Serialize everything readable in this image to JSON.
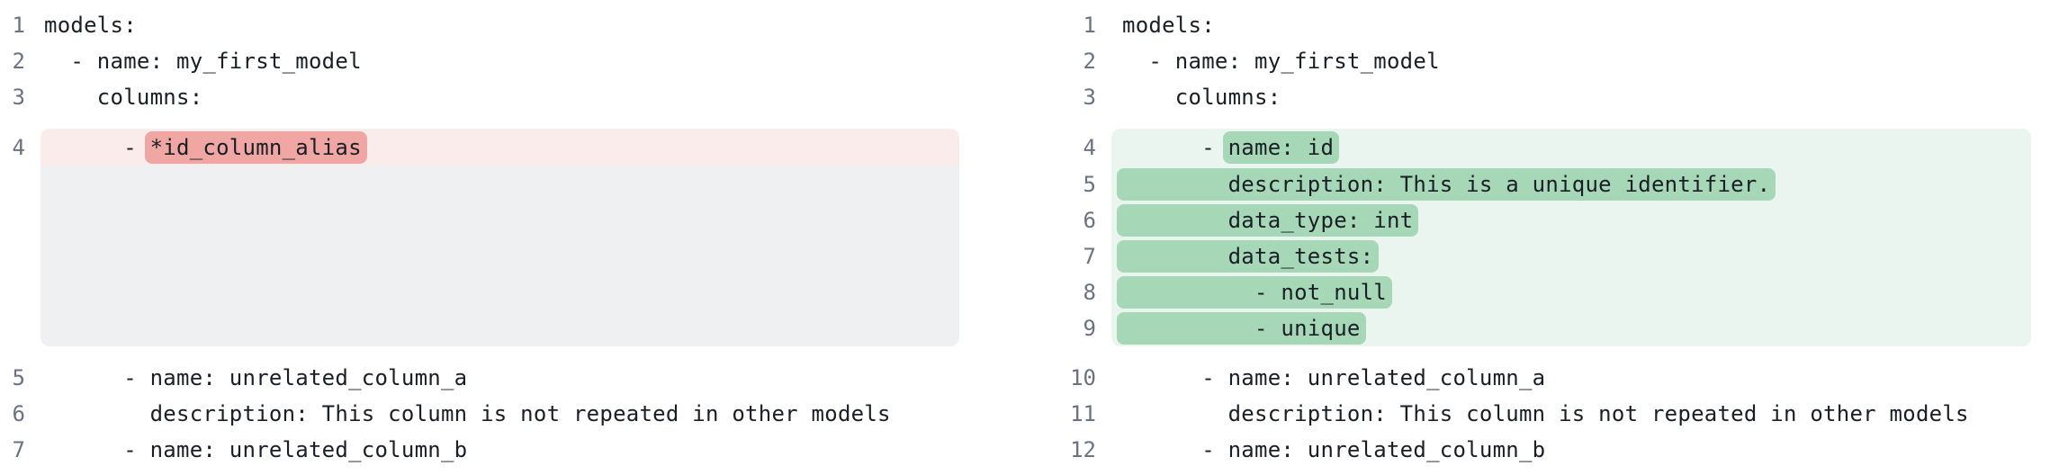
{
  "colors": {
    "removed_line_bg": "#fbecec",
    "removed_word_bg": "#f0a7a4",
    "added_line_bg": "#e9f5ee",
    "added_word_bg": "#a6d8b8",
    "collapsed_filler_bg": "#eef0f1",
    "line_number": "#6b7280",
    "code_text": "#1a1f26",
    "background": "#ffffff"
  },
  "left_pane": {
    "role": "before",
    "lines": [
      {
        "num": "1",
        "kind": "context",
        "segments": [
          {
            "text": "models:"
          }
        ]
      },
      {
        "num": "2",
        "kind": "context",
        "segments": [
          {
            "text": "  - name: my_first_model"
          }
        ]
      },
      {
        "num": "3",
        "kind": "context",
        "segments": [
          {
            "text": "    columns:"
          }
        ]
      },
      {
        "num": "4",
        "kind": "removed",
        "block": "first",
        "segments": [
          {
            "text": "      - "
          },
          {
            "mark": "*id_column_alias"
          }
        ]
      },
      {
        "num": "",
        "kind": "filler",
        "block": "last",
        "segments": []
      },
      {
        "num": "5",
        "kind": "context",
        "segments": [
          {
            "text": "      - name: unrelated_column_a"
          }
        ]
      },
      {
        "num": "6",
        "kind": "context",
        "segments": [
          {
            "text": "        description: This column is not repeated in other models"
          }
        ]
      },
      {
        "num": "7",
        "kind": "context",
        "segments": [
          {
            "text": "      - name: unrelated_column_b"
          }
        ]
      }
    ]
  },
  "right_pane": {
    "role": "after",
    "lines": [
      {
        "num": "1",
        "kind": "context",
        "segments": [
          {
            "text": "models:"
          }
        ]
      },
      {
        "num": "2",
        "kind": "context",
        "segments": [
          {
            "text": "  - name: my_first_model"
          }
        ]
      },
      {
        "num": "3",
        "kind": "context",
        "segments": [
          {
            "text": "    columns:"
          }
        ]
      },
      {
        "num": "4",
        "kind": "added",
        "block": "first",
        "segments": [
          {
            "text": "      - "
          },
          {
            "mark": "name: id"
          }
        ]
      },
      {
        "num": "5",
        "kind": "added",
        "block": "mid",
        "segments": [
          {
            "mark": "        description: This is a unique identifier."
          }
        ]
      },
      {
        "num": "6",
        "kind": "added",
        "block": "mid",
        "segments": [
          {
            "mark": "        data_type: int"
          }
        ]
      },
      {
        "num": "7",
        "kind": "added",
        "block": "mid",
        "segments": [
          {
            "mark": "        data_tests:"
          }
        ]
      },
      {
        "num": "8",
        "kind": "added",
        "block": "mid",
        "segments": [
          {
            "mark": "          - not_null"
          }
        ]
      },
      {
        "num": "9",
        "kind": "added",
        "block": "last",
        "segments": [
          {
            "mark": "          - unique"
          }
        ]
      },
      {
        "num": "10",
        "kind": "context",
        "segments": [
          {
            "text": "      - name: unrelated_column_a"
          }
        ]
      },
      {
        "num": "11",
        "kind": "context",
        "segments": [
          {
            "text": "        description: This column is not repeated in other models"
          }
        ]
      },
      {
        "num": "12",
        "kind": "context",
        "segments": [
          {
            "text": "      - name: unrelated_column_b"
          }
        ]
      }
    ]
  }
}
